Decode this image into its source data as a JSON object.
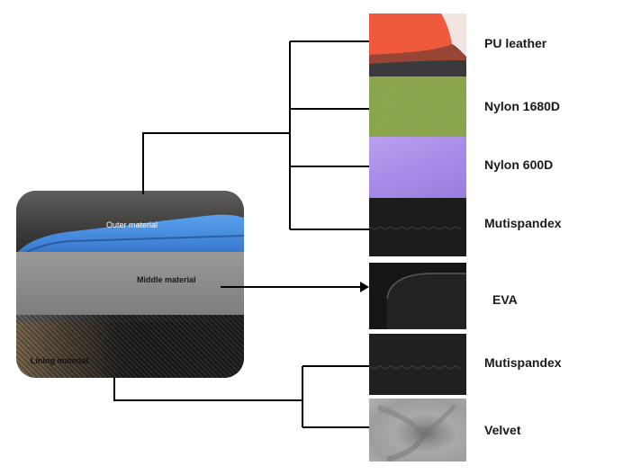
{
  "photo": {
    "outer_label": "Outer material",
    "middle_label": "Middle material",
    "lining_label": "Lining material"
  },
  "materials": {
    "outer": [
      "PU leather",
      "Nylon 1680D",
      "Nylon 600D",
      "Mutispandex"
    ],
    "middle": [
      "EVA"
    ],
    "lining": [
      "Mutispandex",
      "Velvet"
    ]
  },
  "colors": {
    "connector": "#000000",
    "pu_leather": "#ef5a3c",
    "nylon_1680d": "#8ba64a",
    "nylon_600d": "#a78ce8",
    "mutispandex": "#1c1c1c",
    "eva": "#1f1f1f",
    "velvet": "#9c9e9b",
    "outer_layer": "#3f82d6"
  }
}
